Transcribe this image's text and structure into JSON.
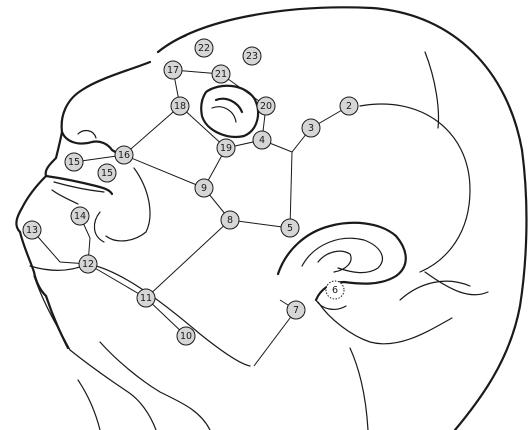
{
  "diagram": {
    "points": [
      {
        "id": "p2",
        "label": "2"
      },
      {
        "id": "p3",
        "label": "3"
      },
      {
        "id": "p4",
        "label": "4"
      },
      {
        "id": "p5",
        "label": "5"
      },
      {
        "id": "p6",
        "label": "6"
      },
      {
        "id": "p7",
        "label": "7"
      },
      {
        "id": "p8",
        "label": "8"
      },
      {
        "id": "p9",
        "label": "9"
      },
      {
        "id": "p10",
        "label": "10"
      },
      {
        "id": "p11",
        "label": "11"
      },
      {
        "id": "p12",
        "label": "12"
      },
      {
        "id": "p13",
        "label": "13"
      },
      {
        "id": "p14",
        "label": "14"
      },
      {
        "id": "p15a",
        "label": "15"
      },
      {
        "id": "p15b",
        "label": "15"
      },
      {
        "id": "p16",
        "label": "16"
      },
      {
        "id": "p17",
        "label": "17"
      },
      {
        "id": "p18",
        "label": "18"
      },
      {
        "id": "p19",
        "label": "19"
      },
      {
        "id": "p20",
        "label": "20"
      },
      {
        "id": "p21",
        "label": "21"
      },
      {
        "id": "p22",
        "label": "22"
      },
      {
        "id": "p23",
        "label": "23"
      }
    ]
  }
}
